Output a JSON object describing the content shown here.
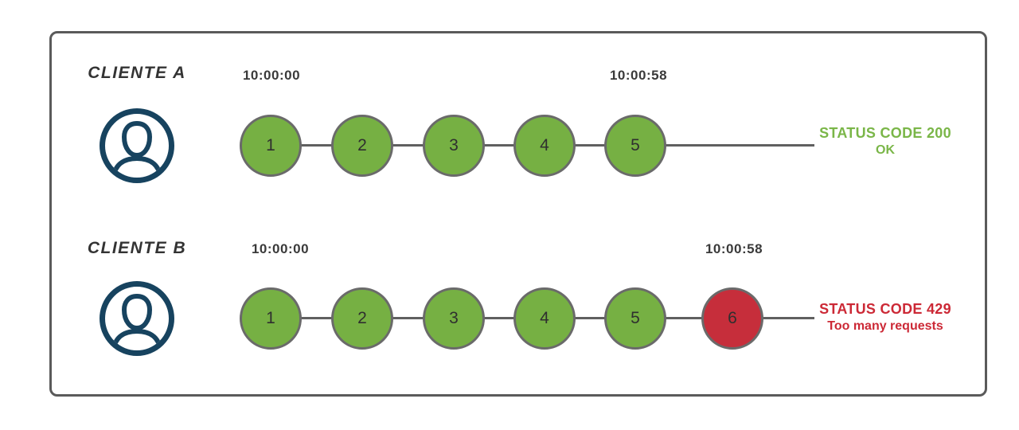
{
  "colors": {
    "ok_green": "#76b043",
    "error_red": "#c62e3b",
    "status_ok_text": "#7ab648",
    "status_error_text": "#cc2936",
    "avatar_navy": "#17435f"
  },
  "rows": [
    {
      "client_label": "CLIENTE A",
      "start_time": "10:00:00",
      "end_time": "10:00:58",
      "requests": [
        {
          "n": "1",
          "state": "ok"
        },
        {
          "n": "2",
          "state": "ok"
        },
        {
          "n": "3",
          "state": "ok"
        },
        {
          "n": "4",
          "state": "ok"
        },
        {
          "n": "5",
          "state": "ok"
        }
      ],
      "status_line1": "STATUS CODE 200",
      "status_line2": "OK",
      "status_state": "ok"
    },
    {
      "client_label": "CLIENTE B",
      "start_time": "10:00:00",
      "end_time": "10:00:58",
      "requests": [
        {
          "n": "1",
          "state": "ok"
        },
        {
          "n": "2",
          "state": "ok"
        },
        {
          "n": "3",
          "state": "ok"
        },
        {
          "n": "4",
          "state": "ok"
        },
        {
          "n": "5",
          "state": "ok"
        },
        {
          "n": "6",
          "state": "error"
        }
      ],
      "status_line1": "STATUS CODE 429",
      "status_line2": "Too many requests",
      "status_state": "error"
    }
  ]
}
